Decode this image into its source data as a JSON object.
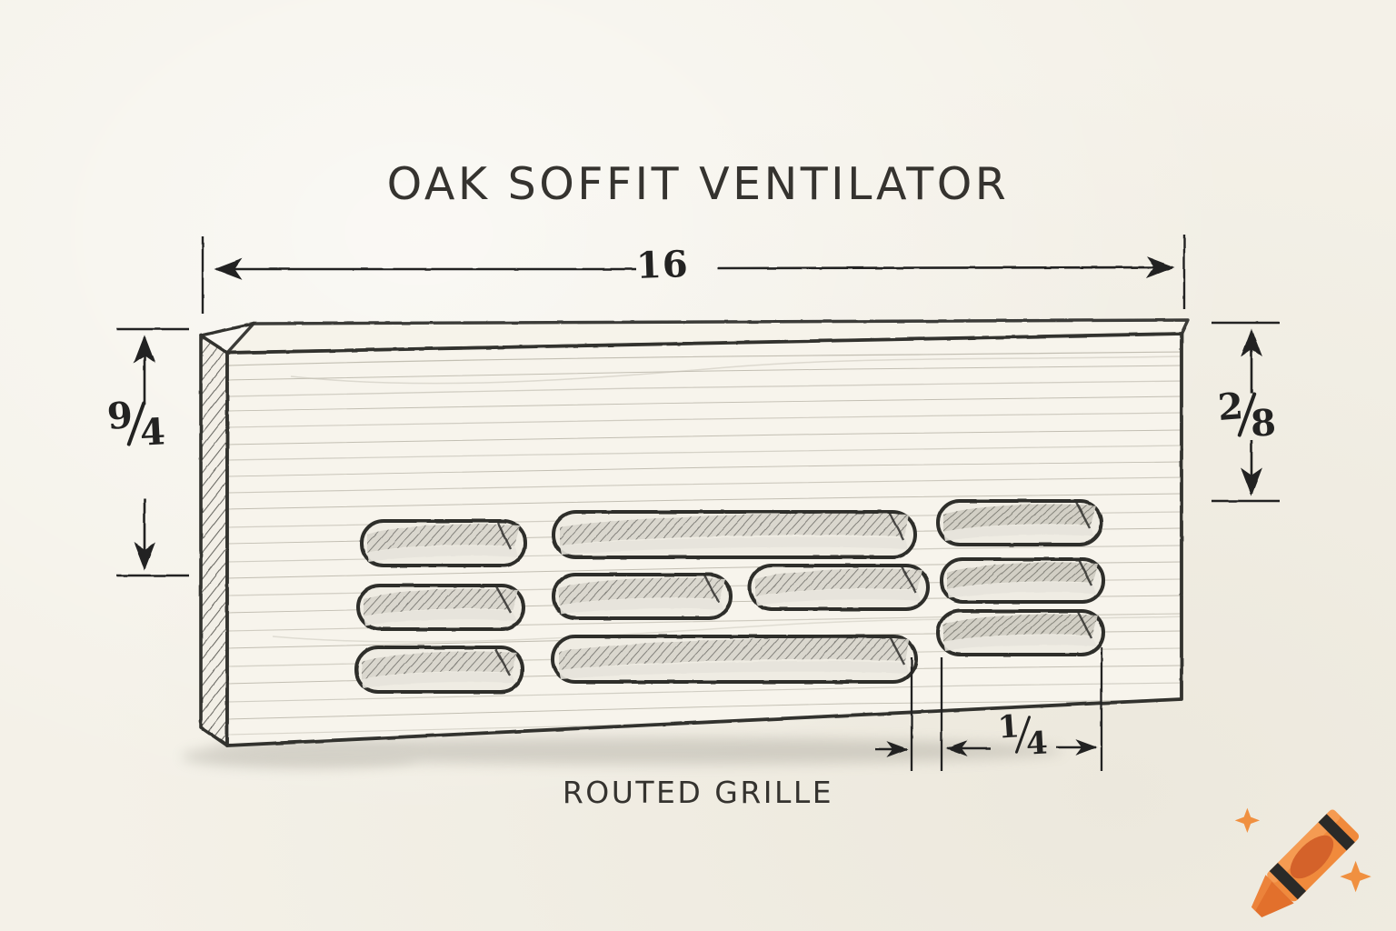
{
  "drawing": {
    "title": "OAK SOFFIT VENTILATOR",
    "caption": "ROUTED GRILLE",
    "style": "hand-drawn pencil technical sketch",
    "background_color": "#f4f1e8",
    "ink_color": "#2e2e2c"
  },
  "dimensions": {
    "width": {
      "value": "16",
      "position": "top",
      "orientation": "horizontal"
    },
    "height": {
      "numerator": "9",
      "denominator": "4",
      "position": "left",
      "orientation": "vertical"
    },
    "thickness": {
      "numerator": "2",
      "denominator": "8",
      "position": "right",
      "orientation": "vertical"
    },
    "slot_spacing": {
      "numerator": "1",
      "denominator": "4",
      "position": "bottom-right",
      "orientation": "horizontal"
    }
  },
  "object": {
    "name": "oak board with routed ventilation slots",
    "rows": 3,
    "slot_counts": [
      3,
      4,
      3
    ],
    "total_slots": 10
  },
  "watermark": {
    "icon": "crayon-icon",
    "body_color": "#f08a3c",
    "tip_color": "#d4622a",
    "band_color": "#2a2a28",
    "sparkle_color": "#f09040"
  }
}
